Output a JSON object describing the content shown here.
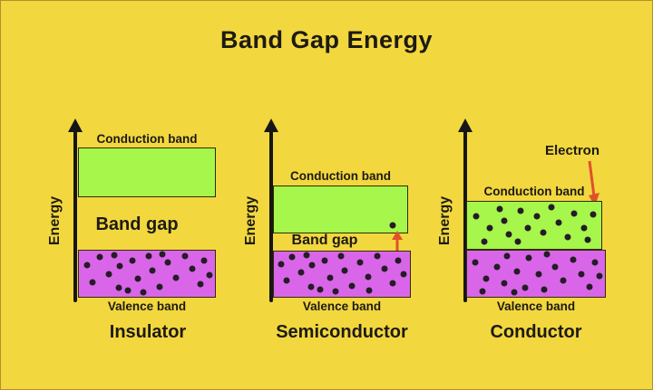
{
  "title": "Band Gap Energy",
  "axis_label": "Energy",
  "colors": {
    "background": "#F2D73F",
    "text": "#1d1a13",
    "axis": "#161616",
    "conduction_band": "#A6F64B",
    "valence_band": "#D966E8",
    "band_border": "#2f2d08",
    "electron_dot": "#241c26",
    "electron_arrow": "#E0512B"
  },
  "panels": [
    {
      "caption": "Insulator",
      "conduction_label": "Conduction band",
      "band_gap_label": "Band gap",
      "valence_label": "Valence band",
      "valence_dots": [
        [
          6,
          32
        ],
        [
          15,
          14
        ],
        [
          10,
          68
        ],
        [
          22,
          50
        ],
        [
          29,
          80
        ],
        [
          30,
          34
        ],
        [
          26,
          10
        ],
        [
          39,
          22
        ],
        [
          43,
          60
        ],
        [
          36,
          86
        ],
        [
          51,
          12
        ],
        [
          54,
          44
        ],
        [
          59,
          78
        ],
        [
          65,
          26
        ],
        [
          71,
          58
        ],
        [
          78,
          12
        ],
        [
          83,
          40
        ],
        [
          89,
          72
        ],
        [
          92,
          22
        ],
        [
          96,
          52
        ],
        [
          47,
          90
        ],
        [
          61,
          8
        ]
      ]
    },
    {
      "caption": "Semiconductor",
      "conduction_label": "Conduction band",
      "band_gap_label": "Band gap",
      "valence_label": "Valence band",
      "conduction_dots": [
        [
          89,
          84
        ]
      ],
      "valence_dots": [
        [
          5,
          28
        ],
        [
          13,
          12
        ],
        [
          9,
          64
        ],
        [
          20,
          46
        ],
        [
          27,
          78
        ],
        [
          28,
          30
        ],
        [
          24,
          8
        ],
        [
          37,
          20
        ],
        [
          41,
          58
        ],
        [
          34,
          84
        ],
        [
          49,
          10
        ],
        [
          52,
          42
        ],
        [
          57,
          76
        ],
        [
          63,
          24
        ],
        [
          69,
          56
        ],
        [
          76,
          10
        ],
        [
          81,
          38
        ],
        [
          87,
          70
        ],
        [
          91,
          20
        ],
        [
          95,
          50
        ],
        [
          45,
          88
        ],
        [
          70,
          86
        ]
      ]
    },
    {
      "caption": "Conductor",
      "electron_label": "Electron",
      "conduction_label": "Conduction band",
      "valence_label": "Valence band",
      "conduction_dots": [
        [
          7,
          30
        ],
        [
          17,
          55
        ],
        [
          24,
          15
        ],
        [
          31,
          70
        ],
        [
          28,
          40
        ],
        [
          40,
          20
        ],
        [
          45,
          55
        ],
        [
          38,
          85
        ],
        [
          52,
          30
        ],
        [
          57,
          65
        ],
        [
          63,
          12
        ],
        [
          68,
          45
        ],
        [
          75,
          75
        ],
        [
          80,
          25
        ],
        [
          87,
          55
        ],
        [
          94,
          26
        ],
        [
          90,
          80
        ],
        [
          13,
          85
        ]
      ],
      "valence_dots": [
        [
          6,
          25
        ],
        [
          14,
          60
        ],
        [
          11,
          88
        ],
        [
          22,
          35
        ],
        [
          29,
          12
        ],
        [
          27,
          70
        ],
        [
          36,
          45
        ],
        [
          42,
          80
        ],
        [
          45,
          15
        ],
        [
          52,
          50
        ],
        [
          58,
          8
        ],
        [
          56,
          85
        ],
        [
          64,
          35
        ],
        [
          70,
          65
        ],
        [
          77,
          20
        ],
        [
          83,
          50
        ],
        [
          89,
          78
        ],
        [
          93,
          25
        ],
        [
          96,
          55
        ],
        [
          34,
          90
        ]
      ]
    }
  ]
}
